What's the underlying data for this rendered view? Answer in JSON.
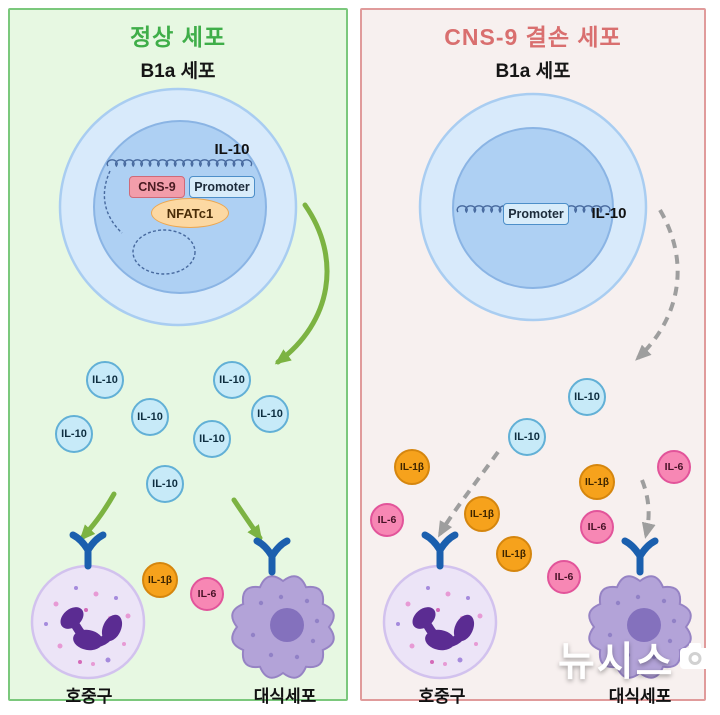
{
  "panels": {
    "left": {
      "title": "정상 세포",
      "subtitle": "B1a 세포",
      "nucleus": {
        "cns9": "CNS-9",
        "promoter": "Promoter",
        "nfatc1": "NFATc1",
        "gene": "IL-10"
      },
      "molecules": [
        "IL-10",
        "IL-10",
        "IL-10",
        "IL-10",
        "IL-10",
        "IL-10",
        "IL-10"
      ],
      "cytokines": [
        {
          "type": "il1b",
          "label": "IL-1β"
        },
        {
          "type": "il6",
          "label": "IL-6"
        }
      ],
      "neutrophil_label": "호중구",
      "macrophage_label": "대식세포"
    },
    "right": {
      "title": "CNS-9 결손 세포",
      "subtitle": "B1a 세포",
      "nucleus": {
        "promoter": "Promoter",
        "gene": "IL-10"
      },
      "molecules": [
        "IL-10",
        "IL-10"
      ],
      "cytokines": [
        {
          "type": "il1b",
          "label": "IL-1β"
        },
        {
          "type": "il6",
          "label": "IL-6"
        },
        {
          "type": "il1b",
          "label": "IL-1β"
        },
        {
          "type": "il6",
          "label": "IL-6"
        },
        {
          "type": "il1b",
          "label": "IL-1β"
        },
        {
          "type": "il6",
          "label": "IL-6"
        },
        {
          "type": "il1b",
          "label": "IL-1β"
        },
        {
          "type": "il6",
          "label": "IL-6"
        }
      ],
      "neutrophil_label": "호중구",
      "macrophage_label": "대식세포"
    }
  },
  "watermark": {
    "text": "뉴시스"
  },
  "colors": {
    "normal_accent": "#3fae49",
    "deficient_accent": "#d96f6f",
    "il10_molecule": "#c7eaf8",
    "il1b_molecule": "#f6a21c",
    "il6_molecule": "#f787b4",
    "normal_arrow": "#7cb342",
    "deficient_arrow": "#9e9e9e"
  }
}
